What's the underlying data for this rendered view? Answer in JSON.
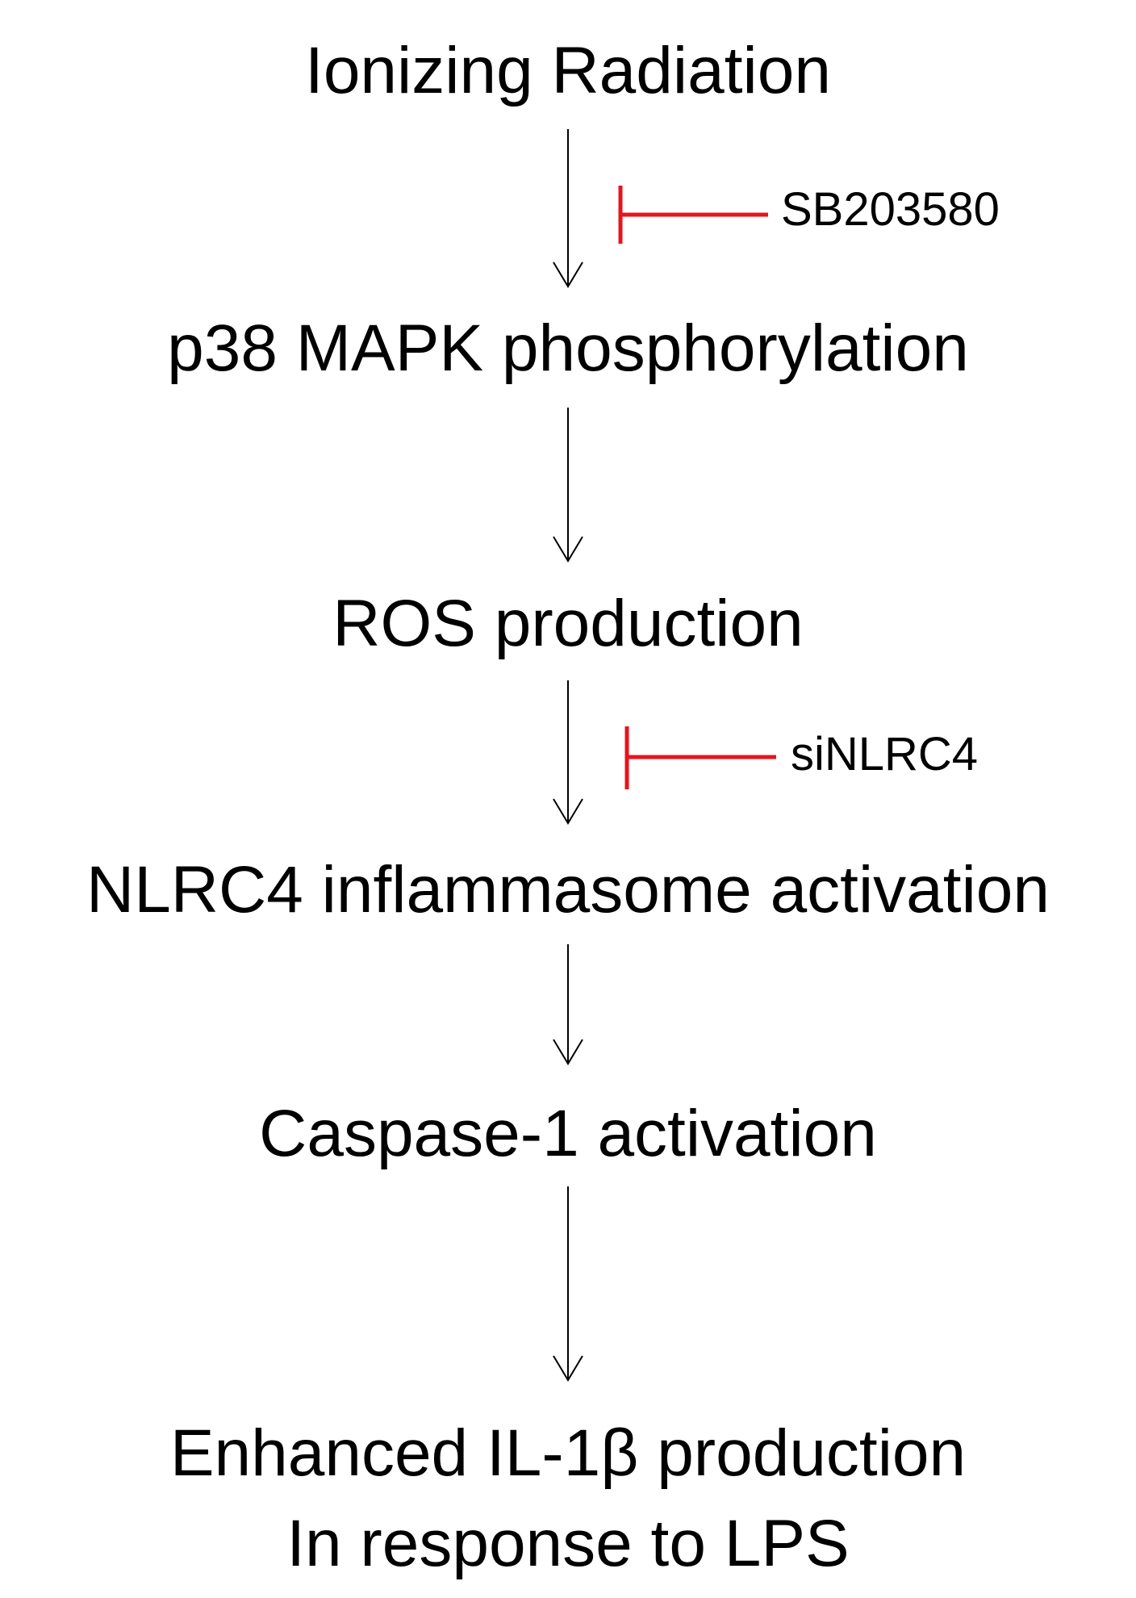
{
  "nodes": {
    "radiation": "Ionizing Radiation",
    "p38": "p38 MAPK phosphorylation",
    "ros": "ROS production",
    "nlrc4": "NLRC4 inflammasome activation",
    "caspase": "Caspase-1 activation",
    "il1b_line1": "Enhanced IL-1β production",
    "il1b_line2": "In response to LPS"
  },
  "inhibitors": {
    "sb203580": "SB203580",
    "sinlrc4": "siNLRC4"
  },
  "colors": {
    "arrow": "#000000",
    "inhibitor": "#e8141b",
    "text": "#000000"
  }
}
